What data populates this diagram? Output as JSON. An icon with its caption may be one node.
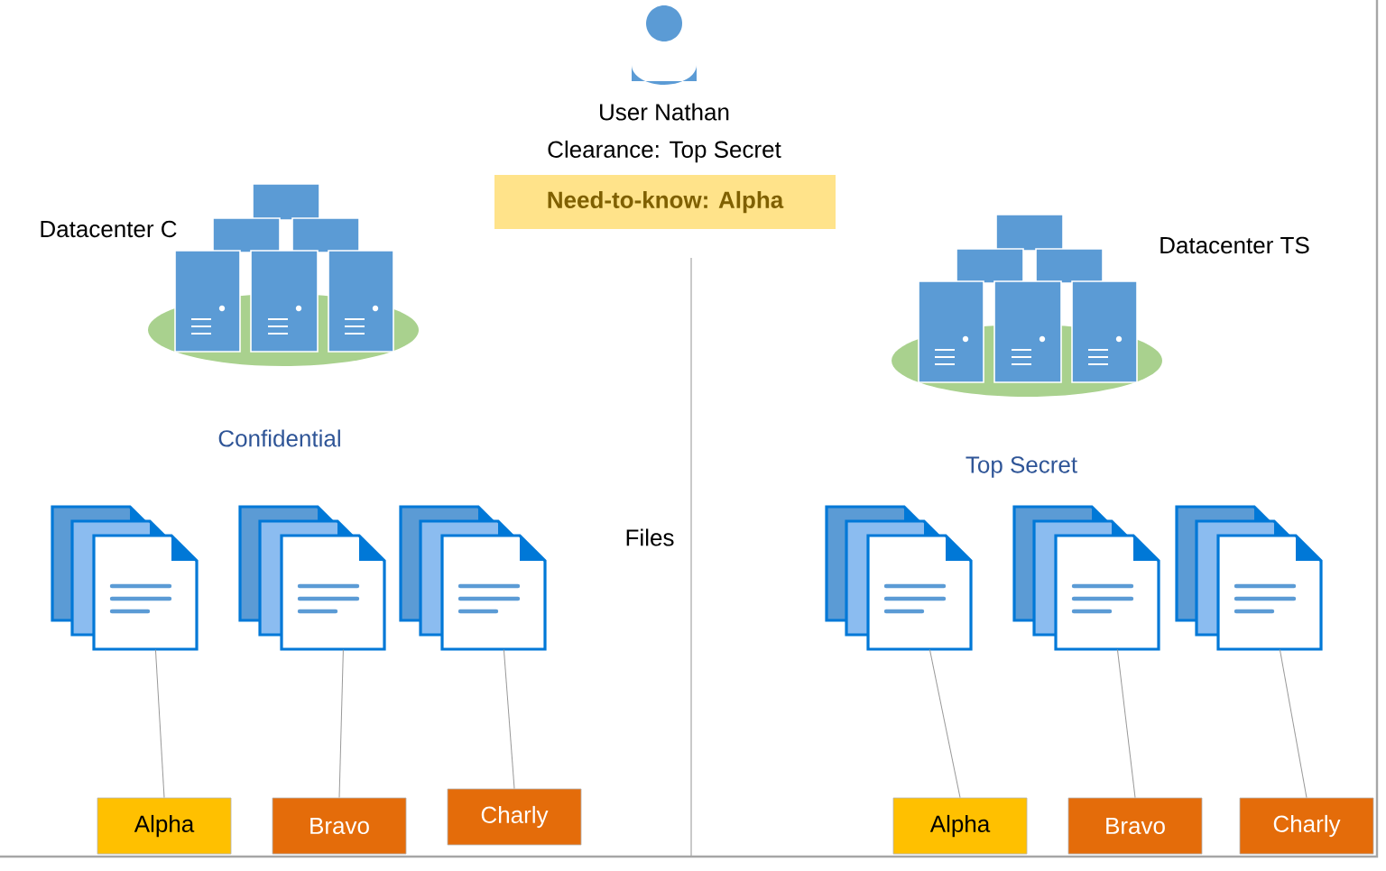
{
  "diagram": {
    "nodes": [
      {
        "text": [
          "Need-to-know: Alpha"
        ]
      },
      {
        "text": [],
        "shape": "document"
      },
      {
        "text": [],
        "shape": "document"
      },
      {
        "text": [],
        "shape": "document"
      },
      {
        "text": [],
        "shape": "document"
      },
      {
        "text": [],
        "shape": "document"
      },
      {
        "text": [],
        "shape": "document"
      },
      {
        "text": [
          "Alpha"
        ]
      },
      {
        "text": [
          "Bravo"
        ]
      },
      {
        "text": [
          "Charly"
        ]
      },
      {
        "text": [
          "Alpha"
        ]
      },
      {
        "text": [
          "Bravo"
        ]
      },
      {
        "text": [
          "Charly"
        ]
      }
    ],
    "edges": [
      {
        "from": 1,
        "to": 7,
        "arrow": "none"
      },
      {
        "from": 2,
        "to": 8,
        "arrow": "none"
      },
      {
        "from": 3,
        "to": 9,
        "arrow": "none"
      },
      {
        "from": 4,
        "to": 10,
        "arrow": "none"
      },
      {
        "from": 5,
        "to": 11,
        "arrow": "none"
      },
      {
        "from": 6,
        "to": 12,
        "arrow": "none"
      }
    ],
    "labels": [
      "User Nathan",
      "Clearance: Top Secret",
      "Datacenter C",
      "Datacenter TS",
      "Confidential",
      "Top Secret",
      "Files"
    ]
  }
}
